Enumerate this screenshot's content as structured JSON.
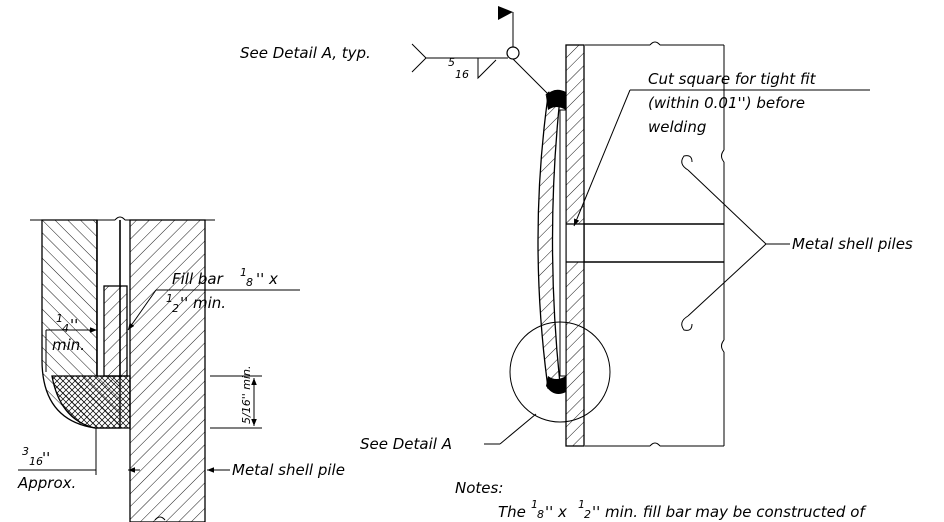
{
  "detail_a": {
    "fill_bar_line1": "Fill bar",
    "fill_bar_num": "1",
    "fill_bar_den": "8",
    "fill_bar_x": "'' x",
    "fill_bar_num2": "1",
    "fill_bar_den2": "2",
    "fill_bar_line2_tail": "'' min.",
    "quarter_num": "1",
    "quarter_den": "4",
    "quarter_unit": "''",
    "quarter_min": "min.",
    "three_sixteenths_num": "3",
    "three_sixteenths_den": "16",
    "three_sixteenths_unit": "''",
    "approx": "Approx.",
    "five_sixteenths_vert": "5/16'' min.",
    "metal_shell_pile": "Metal shell pile"
  },
  "main_detail": {
    "see_detail_typ": "See Detail A, typ.",
    "weld_size_num": "5",
    "weld_size_den": "16",
    "cut_square_line1": "Cut square for tight fit",
    "cut_square_line2": "(within 0.01'') before",
    "cut_square_line3": "welding",
    "metal_shell_piles": "Metal shell piles",
    "see_detail_a": "See Detail A"
  },
  "notes": {
    "heading": "Notes:",
    "line1_prefix": "The",
    "line1_num1": "1",
    "line1_den1": "8",
    "line1_mid": "'' x",
    "line1_num2": "1",
    "line1_den2": "2",
    "line1_tail": "'' min. fill bar may be constructed of"
  }
}
